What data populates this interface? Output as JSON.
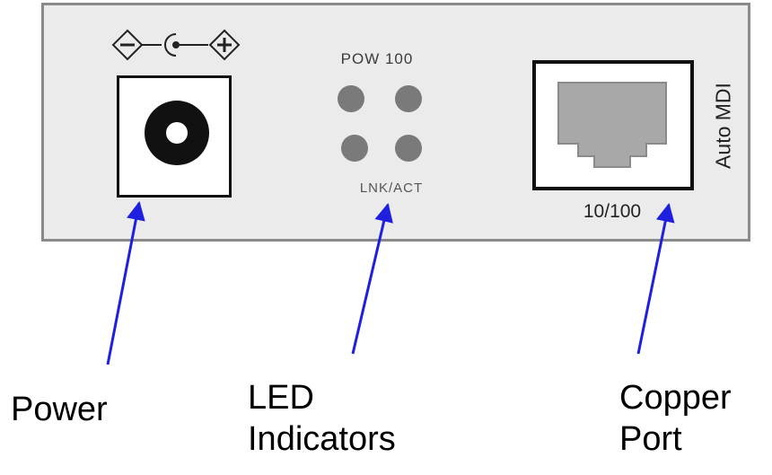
{
  "device": {
    "polarity_symbol": "⊖-(•-⊕",
    "led_label_top": "POW 100",
    "led_label_bottom": "LNK/ACT",
    "port_speed_label": "10/100",
    "port_mdi_label": "Auto MDI"
  },
  "callouts": {
    "power": "Power",
    "led_line1": "LED",
    "led_line2": "Indicators",
    "copper_line1": "Copper",
    "copper_line2": "Port"
  },
  "colors": {
    "arrow": "#1f1fe0",
    "panel": "#ebebeb",
    "led": "#7a7a7a"
  }
}
